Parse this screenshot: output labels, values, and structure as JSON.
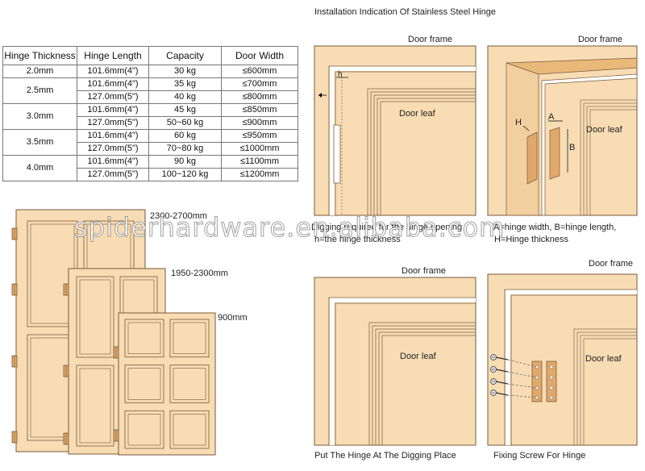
{
  "title": "Installation Indication Of Stainless Steel Hinge",
  "table": {
    "headers": [
      "Hinge Thickness",
      "Hinge Length",
      "Capacity",
      "Door Width"
    ],
    "groups": [
      {
        "thickness": "2.0mm",
        "rows": [
          [
            "101.6mm(4\")",
            "30 kg",
            "≤600mm"
          ]
        ]
      },
      {
        "thickness": "2.5mm",
        "rows": [
          [
            "101.6mm(4\")",
            "35 kg",
            "≤700mm"
          ],
          [
            "127.0mm(5\")",
            "40 kg",
            "≤800mm"
          ]
        ]
      },
      {
        "thickness": "3.0mm",
        "rows": [
          [
            "101.6mm(4\")",
            "45 kg",
            "≤850mm"
          ],
          [
            "127.0mm(5\")",
            "50~60 kg",
            "≤900mm"
          ]
        ]
      },
      {
        "thickness": "3.5mm",
        "rows": [
          [
            "101.6mm(4\")",
            "60 kg",
            "≤950mm"
          ],
          [
            "127.0mm(5\")",
            "70~80 kg",
            "≤1000mm"
          ]
        ]
      },
      {
        "thickness": "4.0mm",
        "rows": [
          [
            "101.6mm(4\")",
            "90 kg",
            "≤1100mm"
          ],
          [
            "127.0mm(5\")",
            "100~120 kg",
            "≤1200mm"
          ]
        ]
      }
    ]
  },
  "doors": {
    "tall": "2300-2700mm",
    "medium": "1950-2300mm",
    "short": "900mm"
  },
  "panels": {
    "door_frame": "Door frame",
    "door_leaf": "Door leaf",
    "h_label": "h",
    "a_label": "A",
    "b_label": "B",
    "H_label": "H",
    "caption_digging_1": "Digging required for the hinge opening",
    "caption_digging_2": "h=the hinge thickness",
    "caption_dim_1": "A=hinge width, B=hinge length,",
    "caption_dim_2": "H=Hinge thickness",
    "caption_put": "Put The Hinge At The Digging Place",
    "caption_fix": "Fixing Screw For Hinge"
  },
  "watermark": "spiderhardware.en.alibaba.com",
  "colors": {
    "door": "#f7dcb4",
    "door_edge": "#7a5a3a",
    "hinge": "#e0a86a",
    "frame_fill": "#f7dcb4"
  }
}
